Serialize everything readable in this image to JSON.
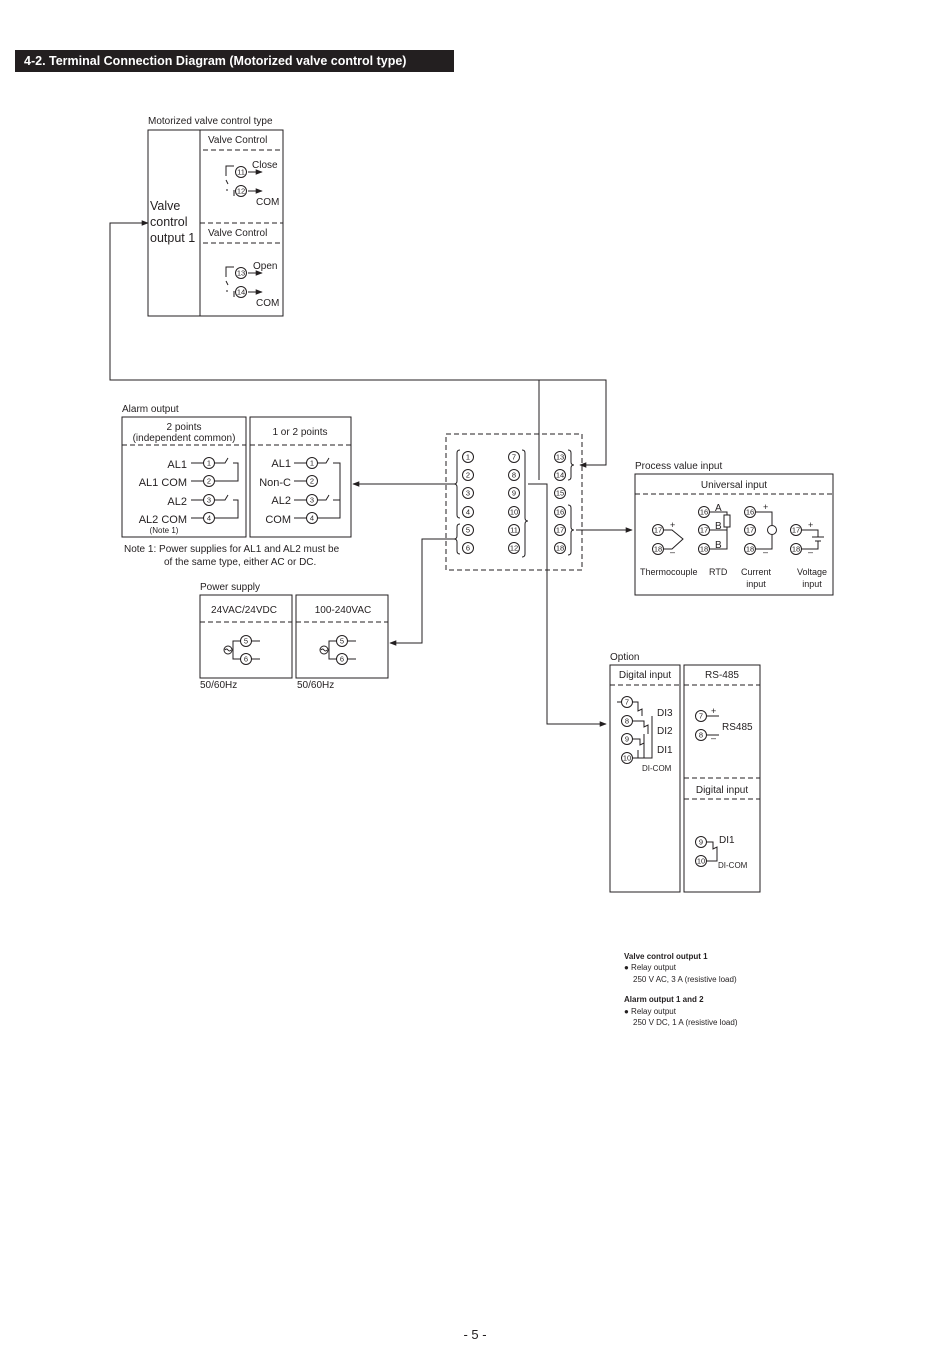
{
  "header": {
    "title": "4-2.  Terminal Connection Diagram (Motorized valve control type)"
  },
  "valve": {
    "title": "Motorized valve control type",
    "side_label": [
      "Valve",
      "control",
      "output 1"
    ],
    "close_header": "Valve Control",
    "close_label": "Close",
    "close_com": "COM",
    "open_header": "Valve Control",
    "open_label": "Open",
    "open_com": "COM",
    "terminals_close": [
      "11",
      "12"
    ],
    "terminals_open": [
      "13",
      "14"
    ]
  },
  "alarm": {
    "title": "Alarm output",
    "box1_header": [
      "2 points",
      "(independent common)"
    ],
    "box1_rows": [
      "AL1",
      "AL1 COM",
      "AL2",
      "AL2 COM"
    ],
    "box1_note": "(Note 1)",
    "box2_header": "1 or 2 points",
    "box2_rows": [
      "AL1",
      "Non-C",
      "AL2",
      "COM"
    ],
    "terminals": [
      "1",
      "2",
      "3",
      "4"
    ],
    "note": [
      "Note 1: Power supplies for AL1 and AL2 must be",
      "of the same type, either AC or DC."
    ]
  },
  "power": {
    "title": "Power supply",
    "box1_header": "24VAC/24VDC",
    "box2_header": "100-240VAC",
    "freq1": "50/60Hz",
    "freq2": "50/60Hz",
    "terminals": [
      "5",
      "6"
    ]
  },
  "terminal_block": {
    "col1": [
      "1",
      "2",
      "3",
      "4",
      "5",
      "6"
    ],
    "col2": [
      "7",
      "8",
      "9",
      "10",
      "11",
      "12"
    ],
    "col3": [
      "13",
      "14",
      "15",
      "16",
      "17",
      "18"
    ]
  },
  "pv": {
    "title": "Process value input",
    "header": "Universal input",
    "labels": [
      "Thermocouple",
      "RTD",
      "Current",
      "input",
      "Voltage",
      "input"
    ],
    "rtd_letters": [
      "A",
      "B",
      "B"
    ],
    "terminals": [
      "16",
      "17",
      "18"
    ],
    "plus": "+",
    "minus": "–"
  },
  "option": {
    "title": "Option",
    "di_header": "Digital input",
    "di_labels": [
      "DI3",
      "DI2",
      "DI1",
      "DI-COM"
    ],
    "di_terminals": [
      "7",
      "8",
      "9",
      "10"
    ],
    "rs_header": "RS-485",
    "rs_label": "RS485",
    "rs_terminals": [
      "7",
      "8"
    ],
    "di2_header": "Digital input",
    "di2_label": "DI1",
    "di2_com": "DI-COM",
    "di2_terminals": [
      "9",
      "10"
    ],
    "plus": "+",
    "minus": "–"
  },
  "specs": {
    "valve_title": "Valve control output 1",
    "valve_line1": "● Relay output",
    "valve_line2": "250 V AC, 3 A (resistive load)",
    "alarm_title": "Alarm output 1 and 2",
    "alarm_line1": "● Relay output",
    "alarm_line2": "250 V DC, 1 A (resistive load)"
  },
  "page": {
    "number": "- 5 -"
  }
}
